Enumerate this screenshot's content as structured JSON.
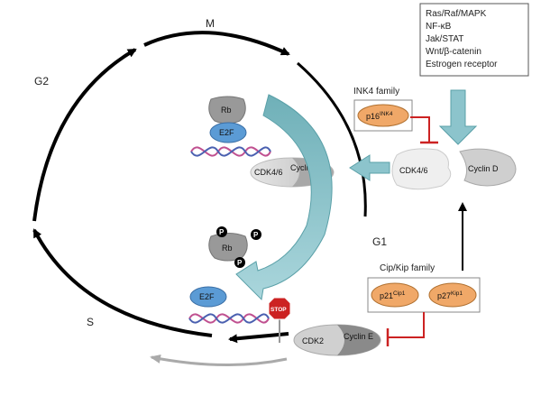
{
  "phases": {
    "m": "M",
    "g2": "G2",
    "s": "S",
    "g1": "G1"
  },
  "pathways": [
    "Ras/Raf/MAPK",
    "NF-κB",
    "Jak/STAT",
    "Wnt/β-catenin",
    "Estrogen receptor"
  ],
  "ink4_family": {
    "title": "INK4 family",
    "protein": "p16",
    "protein_sup": "INK4"
  },
  "cip_kip_family": {
    "title": "Cip/Kip family",
    "p21": "p21",
    "p21_sup": "Cip1",
    "p27": "p27",
    "p27_sup": "Kip1"
  },
  "cdk46": "CDK4/6",
  "cyclin_d": "Cyclin D",
  "complex_g1": {
    "cdk": "CDK4/6",
    "cyclin": "Cyclin D"
  },
  "cdk2_complex": {
    "cdk": "CDK2",
    "cyclin": "Cyclin E"
  },
  "rb": "Rb",
  "e2f": "E2F",
  "rb_p": {
    "rb": "Rb",
    "p": "P"
  },
  "e2f_free": "E2F",
  "stop": "STOP",
  "colors": {
    "teal_arrow": "#8cc4cc",
    "teal_edge": "#5aa0a8",
    "e2f_blue": "#5b9bd5",
    "inhibitor_orange": "#f0a868",
    "inhibition_red": "#cc2222",
    "stop_red": "#cc2222",
    "dna_pink": "#c05090",
    "dna_blue": "#4a60b0"
  }
}
